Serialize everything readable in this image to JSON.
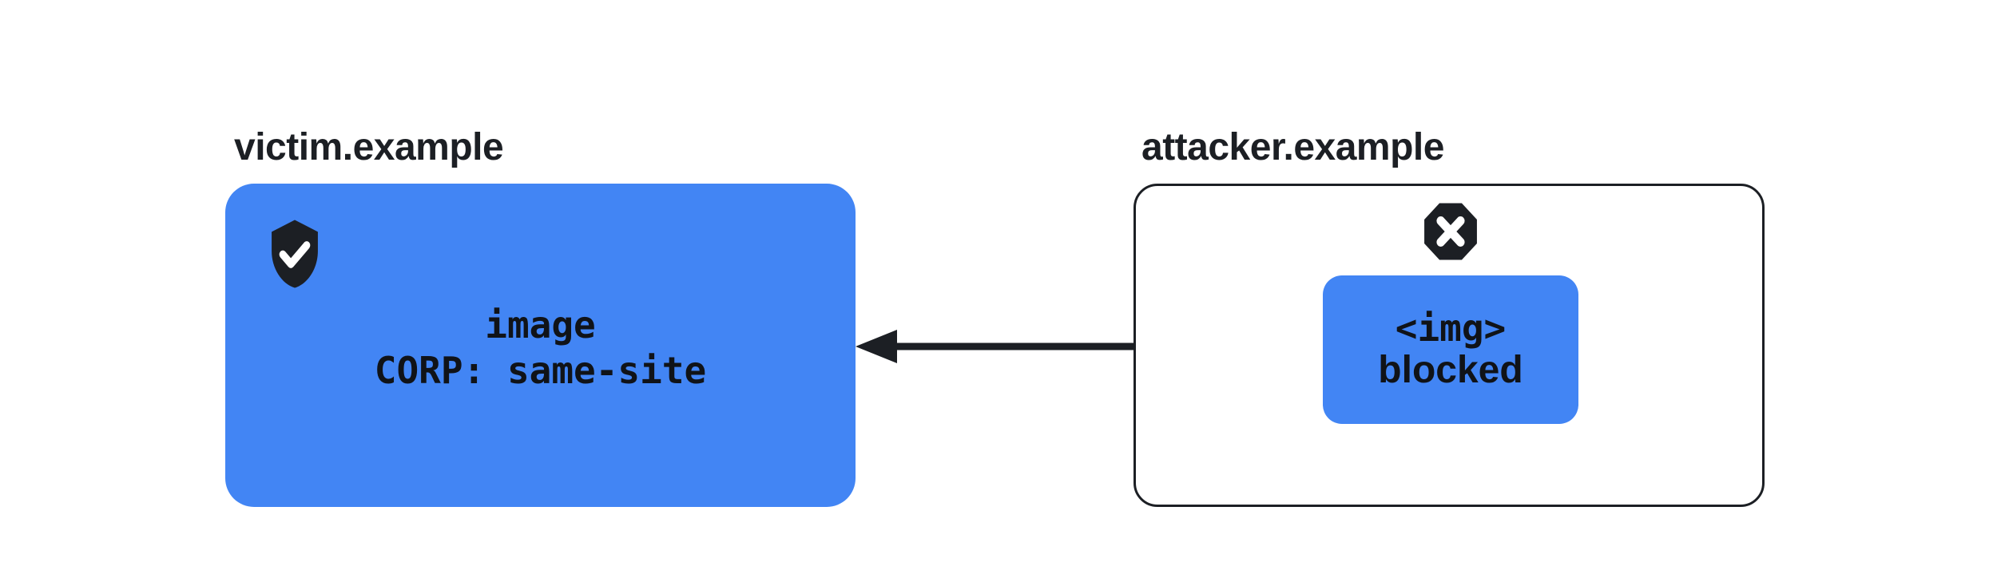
{
  "colors": {
    "accent_blue": "#4285f4",
    "ink": "#1c1f24",
    "surface": "#ffffff"
  },
  "victim": {
    "label": "victim.example",
    "resource": {
      "line1": "image",
      "line2": "CORP: same-site"
    },
    "icon": "shield-check"
  },
  "attacker": {
    "label": "attacker.example",
    "embed": {
      "line1": "<img>",
      "line2": "blocked"
    },
    "icon": "octagon-x"
  },
  "arrow": {
    "direction": "right-to-left"
  }
}
